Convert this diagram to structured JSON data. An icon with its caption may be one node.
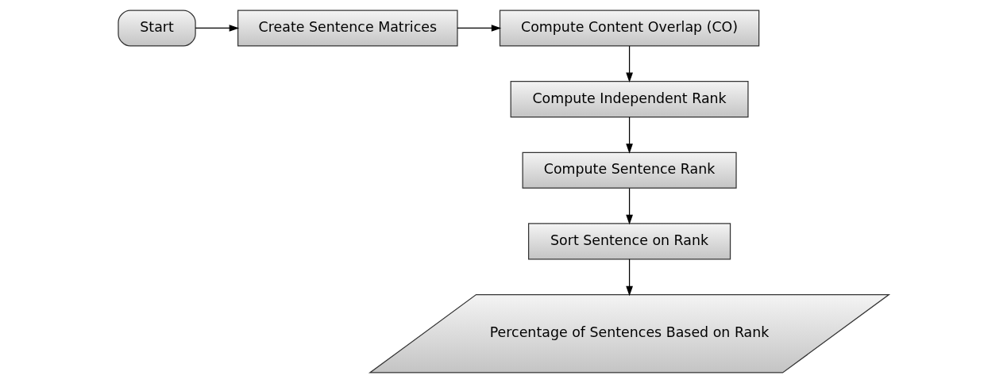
{
  "diagram": {
    "nodes": [
      {
        "text": [
          "Start"
        ]
      },
      {
        "text": [
          "Create Sentence Matrices"
        ]
      },
      {
        "text": [
          "Compute Content Overlap (CO)"
        ]
      },
      {
        "text": [
          "Compute Independent Rank"
        ]
      },
      {
        "text": [
          "Compute Sentence Rank"
        ]
      },
      {
        "text": [
          "Sort Sentence on Rank"
        ]
      },
      {
        "text": [
          "Percentage of Sentences Based on Rank"
        ]
      }
    ],
    "edges": [
      {
        "from": 0,
        "to": 1,
        "arrow": "to"
      },
      {
        "from": 1,
        "to": 2,
        "arrow": "to"
      },
      {
        "from": 2,
        "to": 3,
        "arrow": "to"
      },
      {
        "from": 3,
        "to": 4,
        "arrow": "to"
      },
      {
        "from": 4,
        "to": 5,
        "arrow": "to"
      },
      {
        "from": 5,
        "to": 6,
        "arrow": "to"
      }
    ]
  }
}
